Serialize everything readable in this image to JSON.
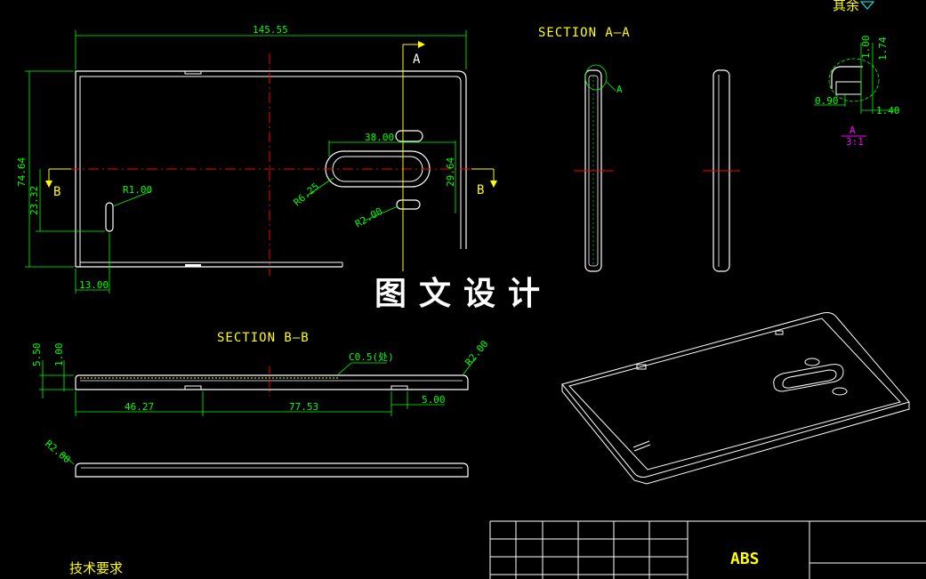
{
  "colors": {
    "background": "#000000",
    "outline": "#ffffff",
    "dimension": "#00ff00",
    "label": "#ffff00",
    "centerline": "#ff0000",
    "note": "#ff00ff"
  },
  "section_labels": {
    "a_a": "SECTION A—A",
    "b_b": "SECTION B—B",
    "cut_a": "A",
    "cut_b": "B",
    "detail_a": "A",
    "detail_ref": "A",
    "detail_scale": "3:1"
  },
  "dims_front": {
    "overall_width": "145.55",
    "overall_height": "74.64",
    "slot_offset_y": "23.32",
    "slot_offset_x": "13.00",
    "hole_spacing": "38.00",
    "slot_height": "29.64",
    "slot_radius": "R1.00",
    "cam_radius": "R6.25",
    "hole_radius": "R2.00"
  },
  "dims_section_b": {
    "height_total": "5.50",
    "wall": "1.00",
    "chamfer": "C0.5(处)",
    "corner_radius": "R2.00",
    "left_len": "46.27",
    "right_len": "77.53",
    "tab_len": "5.00",
    "edge_radius": "R2.00"
  },
  "dims_detail": {
    "d1": "1.00",
    "d2": "1.74",
    "d3": "0.90",
    "d4": "1.40"
  },
  "top_right_note": "其余",
  "watermark": "图文设计",
  "tech_req": "技术要求",
  "material": "ABS"
}
